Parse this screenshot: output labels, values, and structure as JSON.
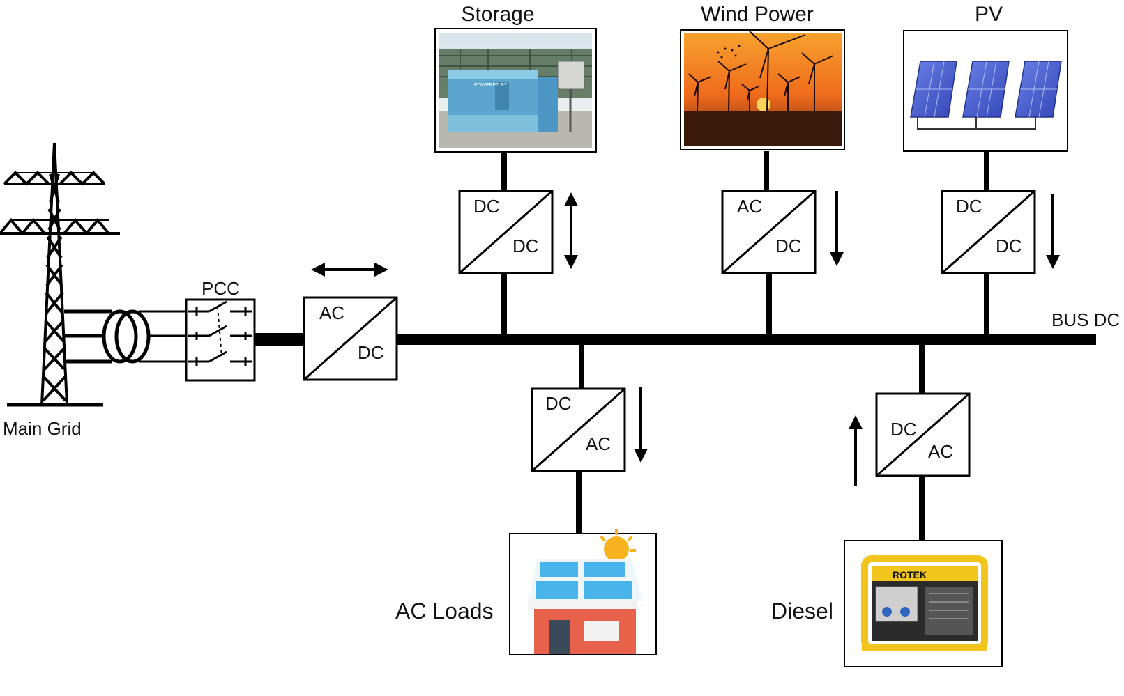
{
  "labels": {
    "storage": "Storage",
    "wind": "Wind Power",
    "pv": "PV",
    "pcc": "PCC",
    "bus": "BUS DC",
    "main_grid": "Main Grid",
    "ac_loads": "AC Loads",
    "diesel": "Diesel",
    "generator_brand": "ROTEK",
    "storage_sign": "POWERED BY"
  },
  "converters": {
    "grid": {
      "top": "AC",
      "bottom": "DC"
    },
    "storage": {
      "top": "DC",
      "bottom": "DC"
    },
    "wind": {
      "top": "AC",
      "bottom": "DC"
    },
    "pv": {
      "top": "DC",
      "bottom": "DC"
    },
    "loads": {
      "top": "DC",
      "bottom": "AC"
    },
    "diesel": {
      "top": "DC",
      "bottom": "AC"
    }
  },
  "flows": {
    "grid": "bidirectional",
    "storage": "bidirectional",
    "wind": "to-bus",
    "pv": "to-bus",
    "loads": "from-bus",
    "diesel": "to-bus"
  },
  "colors": {
    "line": "#000000",
    "sky_orange": "#f08a24",
    "solar_blue": "#4a5fd0",
    "house_red": "#e8614a",
    "house_roof": "#48b4ea",
    "generator_yellow": "#f2c51c"
  }
}
